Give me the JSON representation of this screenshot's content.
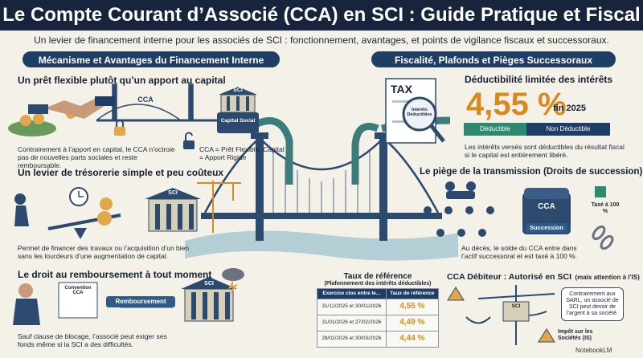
{
  "header": {
    "title": "Le Compte Courant d’Associé (CCA) en SCI : Guide Pratique et Fiscal",
    "subtitle": "Un levier de financement interne pour les associés de SCI : fonctionnement, avantages, et points de vigilance fiscaux et successoraux."
  },
  "left": {
    "banner": "Mécanisme et Avantages du Financement Interne",
    "s1": {
      "title": "Un prêt flexible plutôt qu’un apport au capital",
      "bridge_label": "CCA",
      "building_label": "SCI",
      "capital_label": "Capital Social",
      "body": "Contrairement à l’apport en capital, le CCA n’octroie pas de nouvelles parts sociales et reste remboursable.",
      "formula": "CCA = Prêt Flexible, Capital = Apport Rigide"
    },
    "s2": {
      "title": "Un levier de trésorerie simple et peu coûteux",
      "building_label": "SCI",
      "body": "Permet de financer des travaux ou l’acquisition d’un bien sans les lourdeurs d’une augmentation de capital."
    },
    "s3": {
      "title": "Le droit au remboursement à tout moment",
      "doc_label": "Convention CCA",
      "banner_label": "Remboursement",
      "building_label": "SCI",
      "body": "Sauf clause de blocage, l’associé peut exiger ses fonds même si la SCI a des difficultés."
    }
  },
  "right": {
    "banner": "Fiscalité, Plafonds et Pièges Successoraux",
    "tax": {
      "tax_label": "TAX",
      "lens_label": "Intérêts Déductibles",
      "title": "Déductibilité limitée des intérêts",
      "rate": "4,55 %",
      "rate_suffix": "fin 2025",
      "deductible": "Déductible",
      "non_deductible": "Non Déductible",
      "body": "Les intérêts versés sont déductibles du résultat fiscal si le capital est entièrement libéré."
    },
    "succession": {
      "title": "Le piège de la transmission (Droits de succession)",
      "chest_label": "CCA",
      "chest_banner": "Succession",
      "taxed_label": "Taxé à 100 %",
      "body": "Au décès, le solde du CCA entre dans l’actif successoral et est taxé à 100 %."
    },
    "reference": {
      "title": "Taux de référence",
      "subtitle": "(Plafonnement des intérêts déductibles)",
      "col1": "Exercice clos entre le...",
      "col2": "Taux de référence",
      "rows": [
        {
          "period": "31/12/2025 et 30/01/2026",
          "rate": "4,55 %"
        },
        {
          "period": "31/01/2026 et 27/02/2026",
          "rate": "4,49 %"
        },
        {
          "period": "28/02/2026 et 30/03/2026",
          "rate": "4,44 %"
        }
      ]
    },
    "debtor": {
      "title": "CCA Débiteur : Autorisé en SCI",
      "title_note": "(mais attention à l’IS)",
      "scale_label": "SCI",
      "bubble": "Contrairement aux SARL, un associé de SCI peut devoir de l’argent à sa société.",
      "is_label": "Impôt sur les Sociétés (IS)"
    }
  },
  "footer": {
    "brand": "NotebookLM"
  },
  "colors": {
    "navy": "#17243c",
    "blue": "#1e3e66",
    "teal": "#2e8a6e",
    "orange": "#d88a1d",
    "background": "#f4f1e8"
  }
}
